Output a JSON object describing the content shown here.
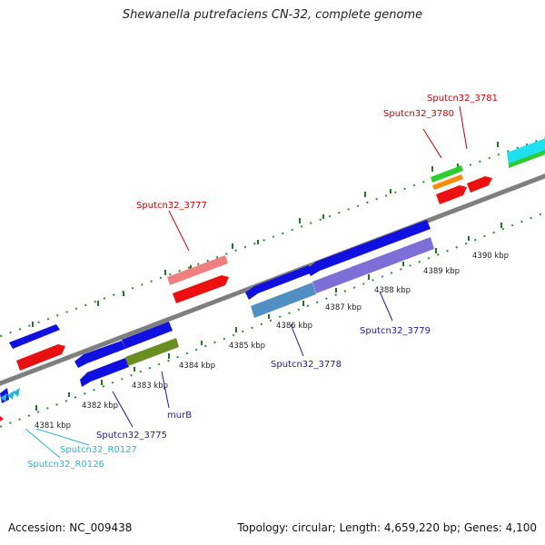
{
  "title": "Shewanella putrefaciens CN-32, complete genome",
  "footer": {
    "accession": "Accession: NC_009438",
    "summary": "Topology: circular; Length: 4,659,220 bp; Genes: 4,100"
  },
  "colors": {
    "backbone": "#7f7f7f",
    "ticks": "#2e8b2e",
    "tick_label": "#222222",
    "forward_label": "#cc0000",
    "reverse_label": "#1a1aa6",
    "rna_label": "#29b6d6"
  },
  "ticks": [
    {
      "label": "4381 kbp"
    },
    {
      "label": "4382 kbp"
    },
    {
      "label": "4383 kbp"
    },
    {
      "label": "4384 kbp"
    },
    {
      "label": "4385 kbp"
    },
    {
      "label": "4386 kbp"
    },
    {
      "label": "4387 kbp"
    },
    {
      "label": "4388 kbp"
    },
    {
      "label": "4389 kbp"
    },
    {
      "label": "4390 kbp"
    }
  ],
  "feature_labels": [
    {
      "text": "Sputcn32_3777",
      "strand": "forward"
    },
    {
      "text": "Sputcn32_3780",
      "strand": "forward"
    },
    {
      "text": "Sputcn32_3781",
      "strand": "forward"
    },
    {
      "text": "murB",
      "strand": "reverse"
    },
    {
      "text": "Sputcn32_3775",
      "strand": "reverse"
    },
    {
      "text": "Sputcn32_3778",
      "strand": "reverse"
    },
    {
      "text": "Sputcn32_3779",
      "strand": "reverse"
    },
    {
      "text": "Sputcn32_R0127",
      "strand": "rna"
    },
    {
      "text": "Sputcn32_R0126",
      "strand": "rna"
    }
  ]
}
